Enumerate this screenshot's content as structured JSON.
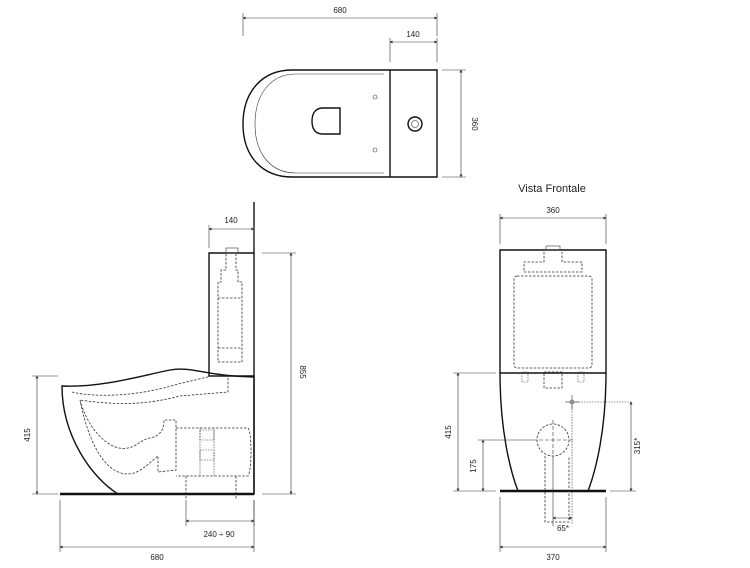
{
  "views": {
    "front_title": "Vista Frontale"
  },
  "dimensions": {
    "top_width": "680",
    "top_tank": "140",
    "top_depth": "360",
    "side_tank": "140",
    "side_height": "855",
    "side_seat": "415",
    "side_drain": "240 ÷ 90",
    "side_length": "680",
    "front_width": "360",
    "front_seat": "415",
    "front_inlet": "175",
    "front_outlet": "315*",
    "front_bottom": "370",
    "front_offset": "65*"
  }
}
